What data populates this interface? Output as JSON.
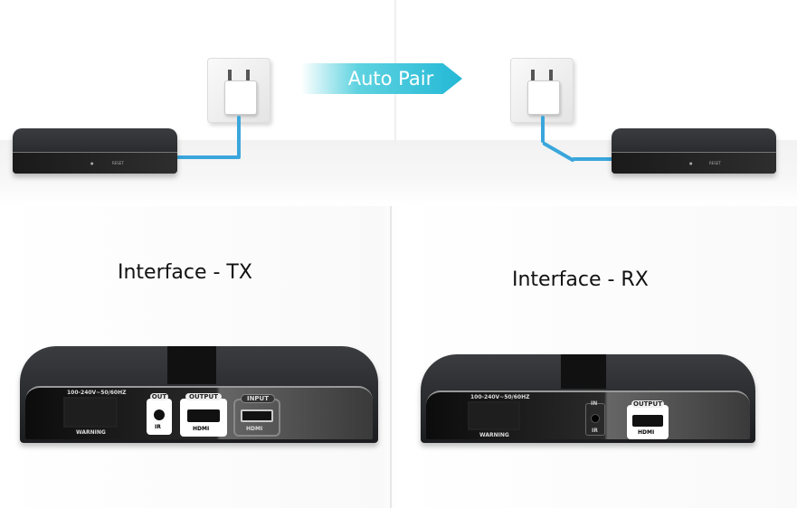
{
  "banner": {
    "auto_pair": "Auto Pair"
  },
  "tx": {
    "title": "Interface - TX",
    "power_rating": "100-240V~50/60HZ",
    "warning": "WARNING",
    "ir_label": "OUT",
    "ir_sub": "IR",
    "output_label": "OUTPUT",
    "input_label": "INPUT",
    "hdmi": "HDMI",
    "front_reset": "RESET"
  },
  "rx": {
    "title": "Interface - RX",
    "power_rating": "100-240V~50/60HZ",
    "warning": "WARNING",
    "ir_label": "IN",
    "ir_sub": "IR",
    "output_label": "OUTPUT",
    "hdmi": "HDMI",
    "front_reset": "RESET"
  },
  "colors": {
    "accent": "#23b8d6",
    "cable": "#3aa6dc"
  }
}
